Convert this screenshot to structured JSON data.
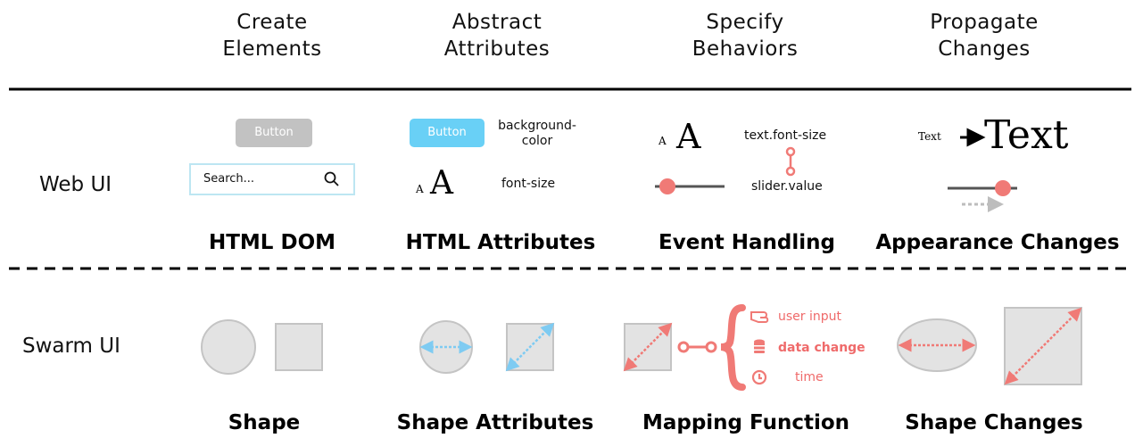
{
  "columns": [
    {
      "line1": "Create",
      "line2": "Elements"
    },
    {
      "line1": "Abstract",
      "line2": "Attributes"
    },
    {
      "line1": "Specify",
      "line2": "Behaviors"
    },
    {
      "line1": "Propagate",
      "line2": "Changes"
    }
  ],
  "rows": {
    "web": "Web UI",
    "swarm": "Swarm UI"
  },
  "web_captions": [
    "HTML DOM",
    "HTML Attributes",
    "Event Handling",
    "Appearance Changes"
  ],
  "swarm_captions": [
    "Shape",
    "Shape Attributes",
    "Mapping Function",
    "Shape Changes"
  ],
  "web": {
    "button_label": "Button",
    "search_placeholder": "Search...",
    "blue_button_label": "Button",
    "attr_background_line1": "background-",
    "attr_background_line2": "color",
    "attr_font_size": "font-size",
    "glyph_A": "A",
    "event_text_font_size": "text.font-size",
    "event_slider_value": "slider.value",
    "small_text": "Text",
    "large_text": "Text"
  },
  "swarm": {
    "inputs": [
      "user input",
      "data change",
      "time"
    ]
  },
  "colors": {
    "accent_pink": "#f07a76",
    "accent_blue": "#7ecbf2",
    "shape_fill": "#e3e3e3",
    "shape_stroke": "#c4c4c4",
    "gray_button": "#c2c2c2",
    "blue_button": "#69d0f6"
  }
}
